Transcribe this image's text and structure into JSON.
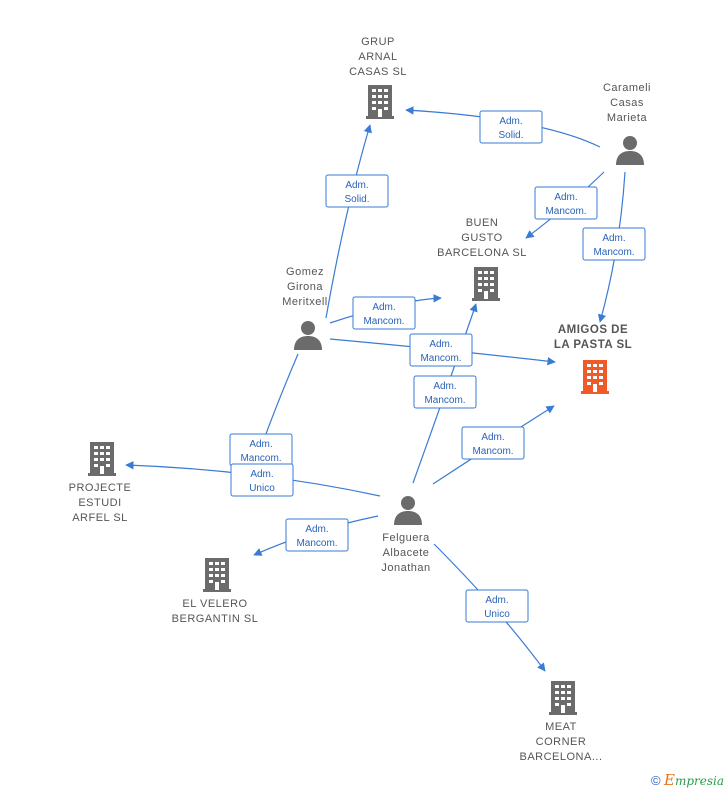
{
  "nodes": [
    {
      "id": "grup",
      "type": "company",
      "lines": [
        "GRUP",
        "ARNAL",
        "CASAS SL"
      ]
    },
    {
      "id": "carameli",
      "type": "person",
      "lines": [
        "Carameli",
        "Casas",
        "Marieta"
      ]
    },
    {
      "id": "buen",
      "type": "company",
      "lines": [
        "BUEN",
        "GUSTO",
        "BARCELONA SL"
      ]
    },
    {
      "id": "gomez",
      "type": "person",
      "lines": [
        "Gomez",
        "Girona",
        "Meritxell"
      ]
    },
    {
      "id": "amigos",
      "type": "company-main",
      "lines": [
        "AMIGOS DE",
        "LA PASTA SL"
      ]
    },
    {
      "id": "projecte",
      "type": "company",
      "lines": [
        "PROJECTE",
        "ESTUDI",
        "ARFEL SL"
      ]
    },
    {
      "id": "felguera",
      "type": "person",
      "lines": [
        "Felguera",
        "Albacete",
        "Jonathan"
      ]
    },
    {
      "id": "velero",
      "type": "company",
      "lines": [
        "EL VELERO",
        "BERGANTIN SL"
      ]
    },
    {
      "id": "meat",
      "type": "company",
      "lines": [
        "MEAT",
        "CORNER",
        "BARCELONA..."
      ]
    }
  ],
  "edges": [
    {
      "from": "carameli",
      "to": "grup",
      "label": [
        "Adm.",
        "Solid."
      ]
    },
    {
      "from": "carameli",
      "to": "buen",
      "label": [
        "Adm.",
        "Mancom."
      ]
    },
    {
      "from": "carameli",
      "to": "amigos",
      "label": [
        "Adm.",
        "Mancom."
      ]
    },
    {
      "from": "gomez",
      "to": "grup",
      "label": [
        "Adm.",
        "Solid."
      ]
    },
    {
      "from": "gomez",
      "to": "buen",
      "label": [
        "Adm.",
        "Mancom."
      ]
    },
    {
      "from": "gomez",
      "to": "amigos",
      "label": [
        "Adm.",
        "Mancom."
      ]
    },
    {
      "from": "gomez",
      "to": "velero",
      "label": [
        "Adm.",
        "Mancom."
      ]
    },
    {
      "from": "felguera",
      "to": "buen",
      "label": [
        "Adm.",
        "Mancom."
      ]
    },
    {
      "from": "felguera",
      "to": "amigos",
      "label": [
        "Adm.",
        "Mancom."
      ]
    },
    {
      "from": "felguera",
      "to": "projecte",
      "label": [
        "Adm.",
        "Unico"
      ]
    },
    {
      "from": "felguera",
      "to": "velero",
      "label": [
        "Adm.",
        "Mancom."
      ]
    },
    {
      "from": "felguera",
      "to": "meat",
      "label": [
        "Adm.",
        "Unico"
      ]
    }
  ],
  "colors": {
    "edge": "#3a7bd5",
    "company": "#6b6b6b",
    "main_company": "#f05a28",
    "person": "#6b6b6b"
  },
  "footer": {
    "copyright": "©",
    "brand_initial": "E",
    "brand_rest": "mpresia"
  }
}
